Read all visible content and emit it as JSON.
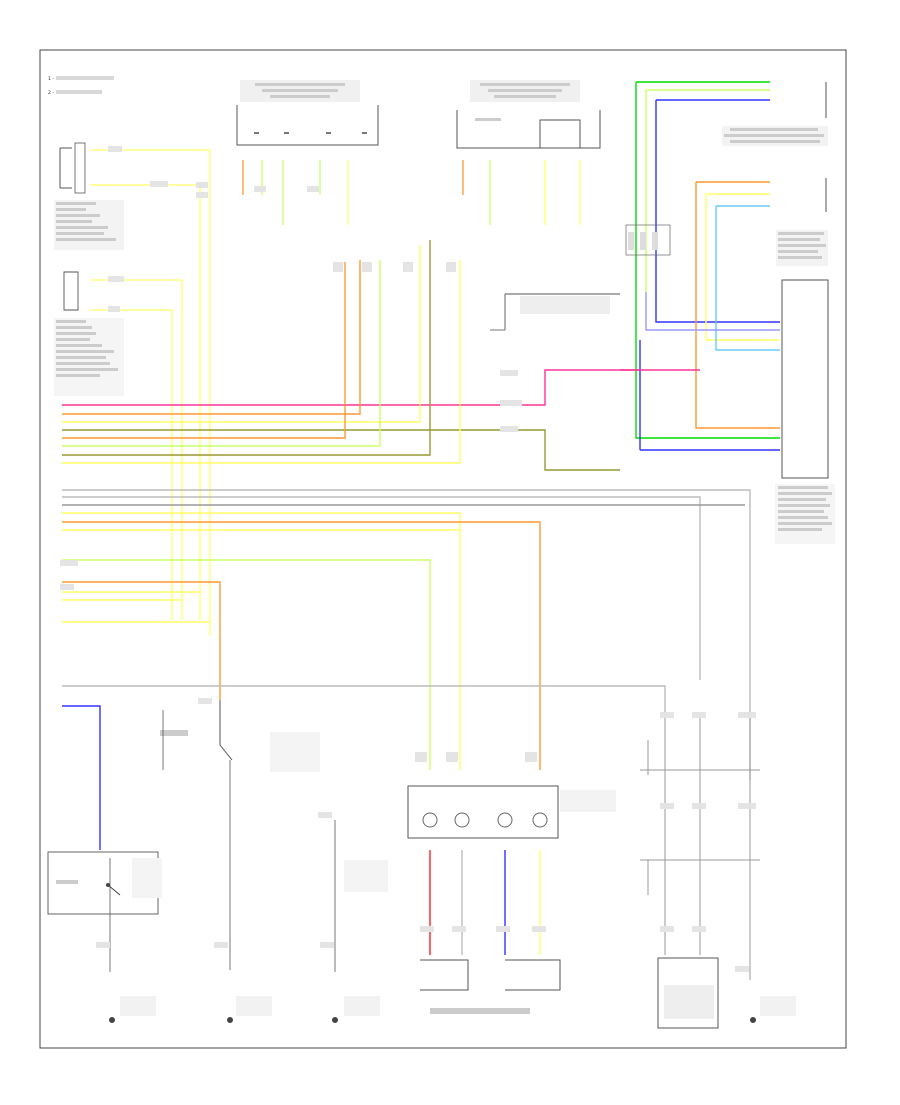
{
  "notes": [
    "1 - ",
    "2 - "
  ],
  "page_footer": "",
  "colors": {
    "frame": "#444444",
    "wire_default": "#9a9a9a",
    "yel": "#ffff66",
    "grn": "#00dd00",
    "lgrn": "#ccff66",
    "pnk": "#ff3399",
    "org": "#ff9933",
    "blu": "#3333ff",
    "red": "#ff2222",
    "cyan": "#66ccff",
    "olive": "#999933",
    "lblu": "#9999ff"
  },
  "components": [
    {
      "id": "seat-belt-tensioner-driver",
      "icon": "module-box-icon"
    },
    {
      "id": "seat-belt-tensioner-passenger",
      "icon": "module-box-icon"
    },
    {
      "id": "srs-control-unit",
      "icon": "module-box-icon"
    },
    {
      "id": "occupant-detection-module",
      "icon": "module-box-icon"
    },
    {
      "id": "combination-switch",
      "icon": "connector-block-icon"
    },
    {
      "id": "passenger-airbag-module",
      "icon": "module-box-icon"
    },
    {
      "id": "front-seat-buckle-switch-driver",
      "icon": "switch-icon"
    },
    {
      "id": "front-seat-buckle-switch-passenger",
      "icon": "switch-icon"
    },
    {
      "id": "weight-sensor",
      "icon": "sensor-icon"
    },
    {
      "id": "side-airbag-module",
      "icon": "module-box-icon"
    }
  ],
  "grounds": [
    {
      "id": "ground-1"
    },
    {
      "id": "ground-2"
    },
    {
      "id": "ground-3"
    },
    {
      "id": "ground-4"
    }
  ]
}
